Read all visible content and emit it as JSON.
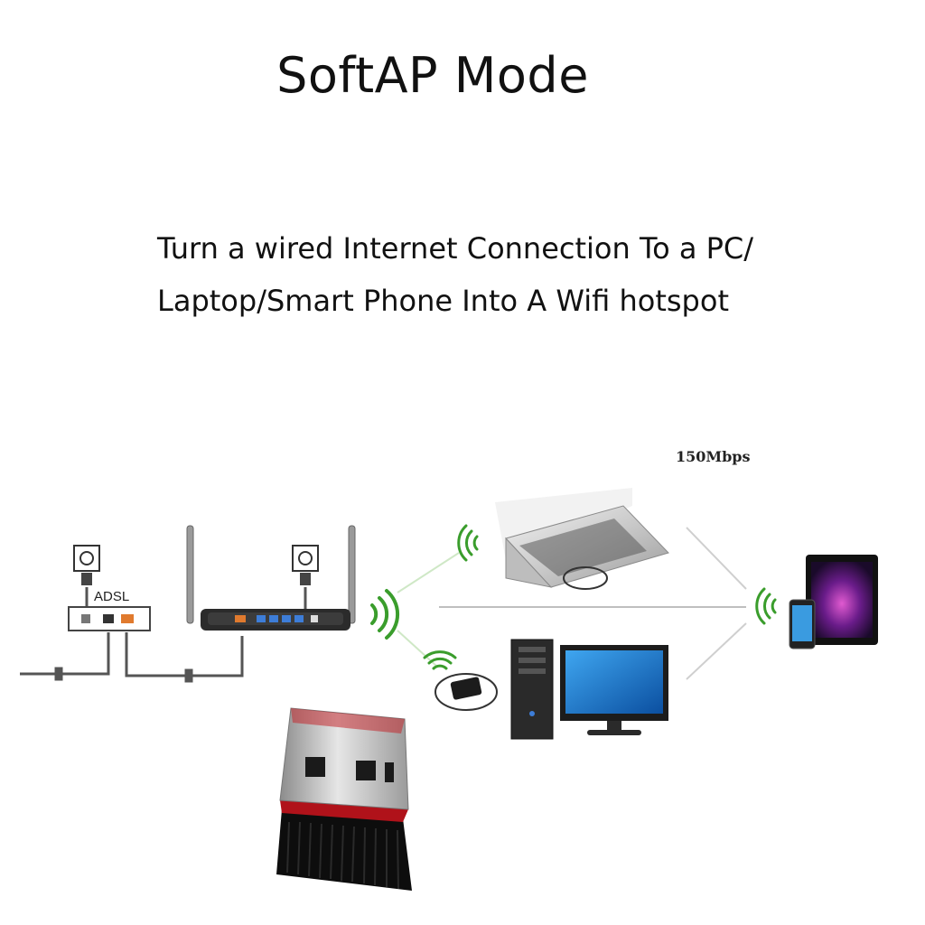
{
  "header": {
    "title": "SoftAP Mode",
    "description_line1": "Turn a wired Internet Connection To a PC/",
    "description_line2": "Laptop/Smart Phone Into A Wifi hotspot"
  },
  "diagram": {
    "speed_label": "150Mbps",
    "modem_label": "ADSL",
    "colors": {
      "wifi_green": "#3a9d2c",
      "dongle_red": "#b0121a",
      "screen_blue": "#1f7fd6",
      "tablet_purple": "#7a2a8a"
    },
    "icons": [
      "power-outlet-icon",
      "wifi-signal-icon",
      "router-icon",
      "laptop-icon",
      "desktop-pc-icon",
      "tablet-icon",
      "smartphone-icon",
      "usb-wifi-adapter-icon"
    ]
  }
}
